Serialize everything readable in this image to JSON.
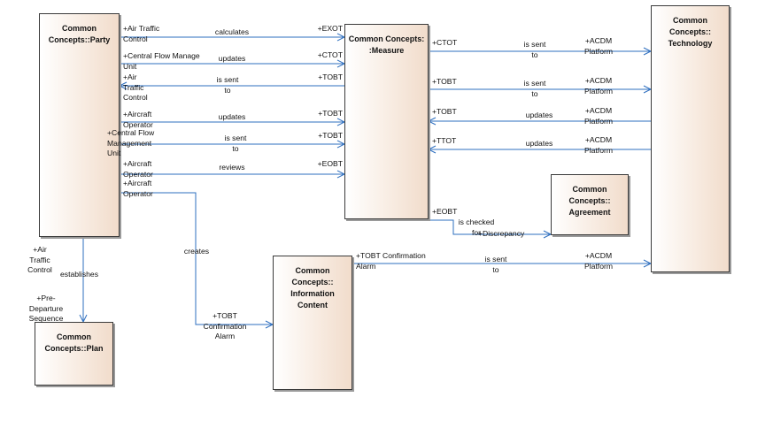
{
  "classes": {
    "party": "Common\nConcepts::Party",
    "measure": "Common Concepts:\n:Measure",
    "technology": "Common\nConcepts::\nTechnology",
    "agreement": "Common\nConcepts::\nAgreement",
    "plan": "Common\nConcepts::Plan",
    "information_content": "Common\nConcepts::\nInformation\nContent"
  },
  "assoc": {
    "a1": {
      "src": "+Air Traffic\nControl",
      "name": "calculates",
      "tgt": "+EXOT"
    },
    "a2": {
      "src": "+Central Flow Manage\nUnit",
      "name": "updates",
      "tgt": "+CTOT"
    },
    "a3": {
      "src": "+Air\nTraffic\nControl",
      "name": "is sent\nto",
      "tgt": "+TOBT"
    },
    "a4": {
      "src": "+Aircraft\nOperator",
      "name": "updates",
      "tgt": "+TOBT"
    },
    "a5": {
      "src": "+Central Flow\nManagement\nUnit",
      "name": "is sent\nto",
      "tgt": "+TOBT"
    },
    "a6": {
      "src": "+Aircraft\nOperator",
      "name": "reviews",
      "tgt": "+EOBT"
    },
    "a7": {
      "src": "+Aircraft\nOperator",
      "name": "creates",
      "tgt": "+TOBT\nConfirmation\nAlarm"
    },
    "a8": {
      "src": "+Air\nTraffic\nControl",
      "name": "establishes",
      "tgt": "+Pre-\nDeparture\nSequence"
    },
    "t1": {
      "src": "+CTOT",
      "name": "is sent\nto",
      "tgt": "+ACDM\nPlatform"
    },
    "t2": {
      "src": "+TOBT",
      "name": "is sent\nto",
      "tgt": "+ACDM\nPlatform"
    },
    "t3": {
      "src": "+TOBT",
      "name": "updates",
      "tgt": "+ACDM\nPlatform"
    },
    "t4": {
      "src": "+TTOT",
      "name": "updates",
      "tgt": "+ACDM\nPlatform"
    },
    "ag": {
      "src": "+EOBT",
      "name": "is checked\nfor",
      "tgt": "+Discrepancy"
    },
    "ic": {
      "src": "+TOBT Confirmation\nAlarm",
      "name": "is sent\nto",
      "tgt": "+ACDM\nPlatform"
    }
  }
}
